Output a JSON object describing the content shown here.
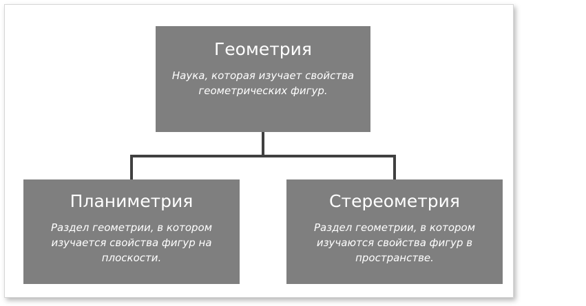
{
  "diagram": {
    "root": {
      "title": "Геометрия",
      "description": "Наука, которая изучает свойства геометрических фигур."
    },
    "children": [
      {
        "title": "Планиметрия",
        "description": "Раздел геометрии, в котором изучается свойства фигур на плоскости."
      },
      {
        "title": "Стереометрия",
        "description": "Раздел геометрии, в котором изучаются свойства фигур в пространстве."
      }
    ]
  },
  "colors": {
    "box_fill": "#7f7f7f",
    "box_text": "#ffffff",
    "connector": "#404040",
    "frame_border": "#d6d6d6"
  }
}
